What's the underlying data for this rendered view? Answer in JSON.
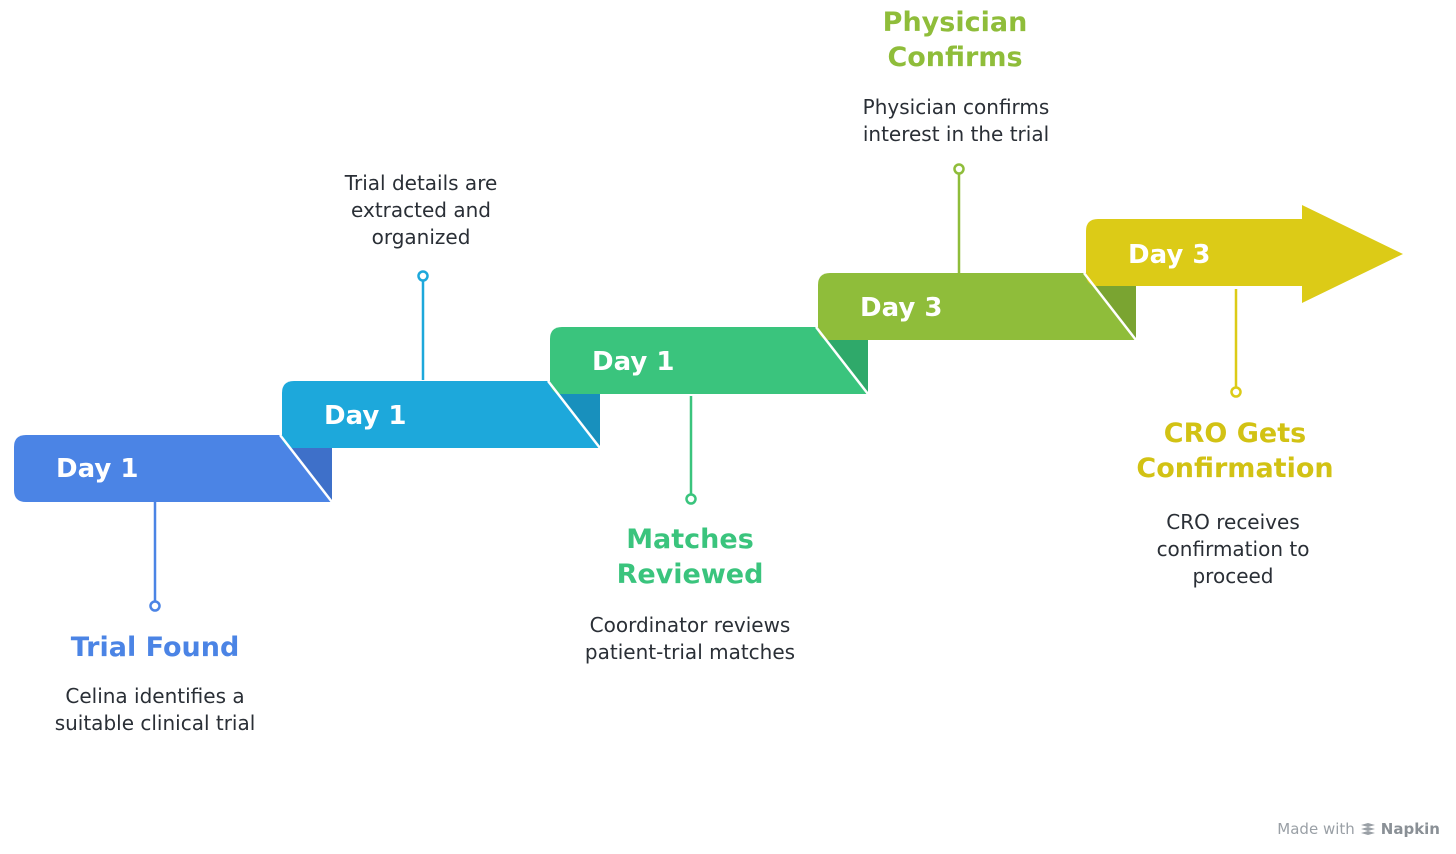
{
  "steps": [
    {
      "day": "Day 1",
      "title": "Trial Found",
      "description": "Celina identifies a suitable clinical trial",
      "color": "#4B84E5",
      "fold_color": "#3E70C9",
      "position": "below"
    },
    {
      "day": "Day 1",
      "title": "",
      "description": "Trial details are extracted and organized",
      "color": "#1DA8DB",
      "fold_color": "#1890BD",
      "position": "above"
    },
    {
      "day": "Day 1",
      "title": "Matches Reviewed",
      "description": "Coordinator reviews patient-trial matches",
      "color": "#3AC47D",
      "fold_color": "#2FA96A",
      "position": "below"
    },
    {
      "day": "Day 3",
      "title": "Physician Confirms",
      "description": "Physician confirms interest in the trial",
      "color": "#8FBD3A",
      "fold_color": "#7AA431",
      "position": "above"
    },
    {
      "day": "Day 3",
      "title": "CRO Gets Confirmation",
      "description": "CRO receives confirmation to proceed",
      "color": "#DCCB17",
      "fold_color": "#C3B413",
      "position": "below"
    }
  ],
  "footer": {
    "prefix": "Made with",
    "brand": "Napkin",
    "logo_icon": "napkin-logo-icon"
  }
}
